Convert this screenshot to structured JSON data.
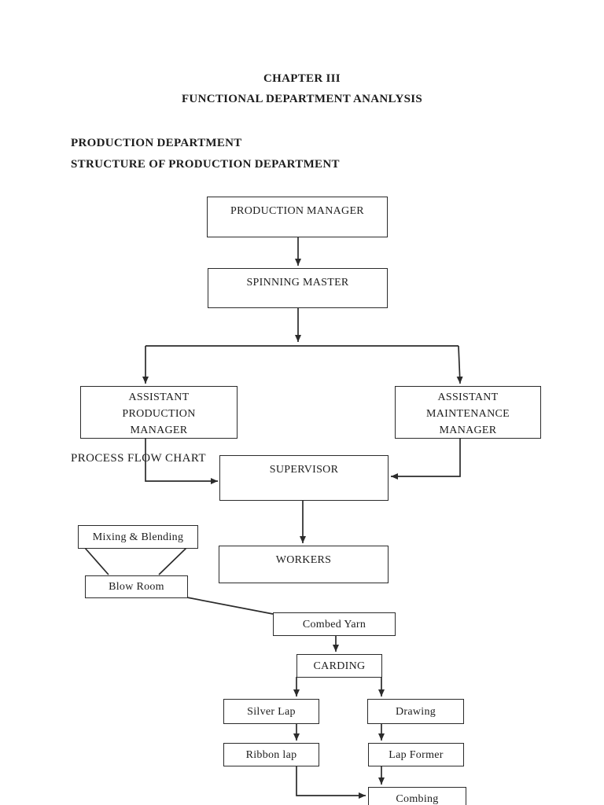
{
  "document": {
    "chapter_title": "CHAPTER III",
    "chapter_subtitle": "FUNCTIONAL DEPARTMENT ANANLYSIS",
    "section_heading_1": "PRODUCTION DEPARTMENT",
    "section_heading_2": "STRUCTURE OF PRODUCTION DEPARTMENT",
    "process_flow_label": "PROCESS FLOW CHART"
  },
  "flowchart": {
    "nodes": {
      "production_manager": {
        "label": "PRODUCTION MANAGER"
      },
      "spinning_master": {
        "label": "SPINNING MASTER"
      },
      "assistant_production_manager": {
        "lines": [
          "ASSISTANT",
          "PRODUCTION",
          "MANAGER"
        ]
      },
      "assistant_maintenance_manager": {
        "lines": [
          "ASSISTANT",
          "MAINTENANCE",
          "MANAGER"
        ]
      },
      "supervisor": {
        "label": "SUPERVISOR"
      },
      "workers": {
        "label": "WORKERS"
      },
      "mixing_blending": {
        "label": "Mixing & Blending"
      },
      "blow_room": {
        "label": "Blow Room"
      },
      "combed_yarn": {
        "label": "Combed Yarn"
      },
      "carding": {
        "label": "CARDING"
      },
      "silver_lap": {
        "label": "Silver Lap"
      },
      "drawing": {
        "label": "Drawing"
      },
      "ribbon_lap": {
        "label": "Ribbon lap"
      },
      "lap_former": {
        "label": "Lap Former"
      },
      "combing": {
        "label": "Combing"
      }
    },
    "edges": [
      {
        "from": "PRODUCTION MANAGER",
        "to": "SPINNING MASTER"
      },
      {
        "from": "SPINNING MASTER",
        "to": "ASSISTANT PRODUCTION MANAGER"
      },
      {
        "from": "SPINNING MASTER",
        "to": "ASSISTANT MAINTENANCE MANAGER"
      },
      {
        "from": "ASSISTANT PRODUCTION MANAGER",
        "to": "SUPERVISOR"
      },
      {
        "from": "ASSISTANT MAINTENANCE MANAGER",
        "to": "SUPERVISOR"
      },
      {
        "from": "SUPERVISOR",
        "to": "WORKERS"
      },
      {
        "from": "Mixing & Blending",
        "to": "Blow Room"
      },
      {
        "from": "Blow Room",
        "to": "Combed Yarn"
      },
      {
        "from": "Combed Yarn",
        "to": "CARDING"
      },
      {
        "from": "CARDING",
        "to": "Silver Lap"
      },
      {
        "from": "CARDING",
        "to": "Drawing"
      },
      {
        "from": "Silver Lap",
        "to": "Ribbon lap"
      },
      {
        "from": "Drawing",
        "to": "Lap Former"
      },
      {
        "from": "Ribbon lap",
        "to": "Combing"
      },
      {
        "from": "Lap Former",
        "to": "Combing"
      }
    ]
  },
  "colors": {
    "page_background": "#ffffff",
    "ink": "#1c1c1c",
    "line": "#2b2b2b"
  }
}
